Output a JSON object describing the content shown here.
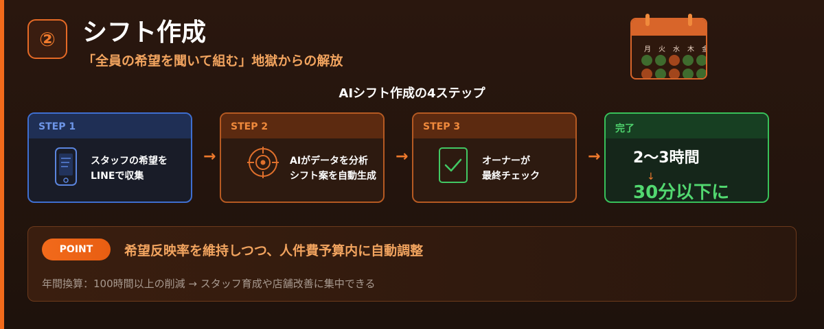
{
  "header": {
    "number": "②",
    "title": "シフト作成",
    "subtitle": "「全員の希望を聞いて組む」地獄からの解放"
  },
  "calendar": {
    "days": [
      "月",
      "火",
      "水",
      "木",
      "金"
    ]
  },
  "section_title": "AIシフト作成の4ステップ",
  "steps": [
    {
      "label": "STEP 1",
      "line1": "スタッフの希望を",
      "line2": "LINEで収集",
      "icon": "smartphone-icon"
    },
    {
      "label": "STEP 2",
      "line1": "AIがデータを分析",
      "line2": "シフト案を自動生成",
      "icon": "target-icon"
    },
    {
      "label": "STEP 3",
      "line1": "オーナーが",
      "line2": "最終チェック",
      "icon": "checkbox-icon"
    }
  ],
  "result": {
    "label": "完了",
    "before": "2〜3時間",
    "arrow": "↓",
    "after": "30分以下に"
  },
  "arrow_glyph": "→",
  "point": {
    "badge": "POINT",
    "main": "希望反映率を維持しつつ、人件費予算内に自動調整",
    "sub": "年間換算：100時間以上の削減 → スタッフ育成や店舗改善に集中できる"
  },
  "colors": {
    "accent": "#f26a1b",
    "step1_blue": "#3f6fd1",
    "success_green": "#38c15a",
    "highlight_orange": "#f2a45f"
  }
}
